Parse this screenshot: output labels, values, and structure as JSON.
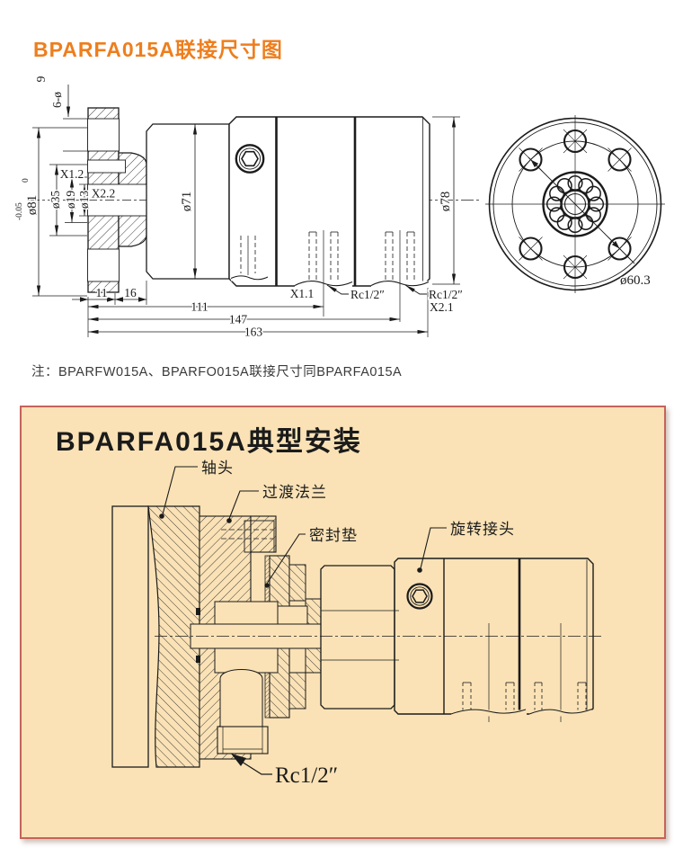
{
  "header": {
    "title": "BPARFA015A联接尺寸图"
  },
  "note": {
    "text": "注：BPARFW015A、BPARFO015A联接尺寸同BPARFA015A"
  },
  "colors": {
    "accent_orange": "#EE7E1D",
    "panel_bg": "#FAE2B6",
    "panel_border": "#C5635B",
    "line": "#1b1b1b"
  },
  "dimension_view": {
    "side_view": {
      "hole_callout_digit": "9",
      "hole_callout": "6-ø",
      "flange_diameter": "ø81",
      "flange_tol_upper": "0",
      "flange_tol_lower": "-0.05",
      "port_upper": "X1.2",
      "port_mid": "X2.2",
      "dia_35": "ø35",
      "dia_19": "ø19",
      "dia_13": "ø13",
      "body_diameter": "ø71",
      "end_diameter": "ø78",
      "port_bottom_1": "X1.1",
      "thread_bottom_1": "Rc1/2″",
      "thread_bottom_2": "Rc1/2″",
      "port_bottom_2": "X2.1",
      "dim_11": "11",
      "dim_16": "16",
      "dim_111": "111",
      "dim_147": "147",
      "dim_163": "163"
    },
    "end_view": {
      "bolt_circle_diameter": "ø60.3"
    }
  },
  "installation_view": {
    "title": "BPARFA015A典型安装",
    "callouts": {
      "shaft_head": "轴头",
      "adapter_flange": "过渡法兰",
      "seal_gasket": "密封垫",
      "rotary_joint": "旋转接头",
      "thread": "Rc1/2″"
    }
  }
}
